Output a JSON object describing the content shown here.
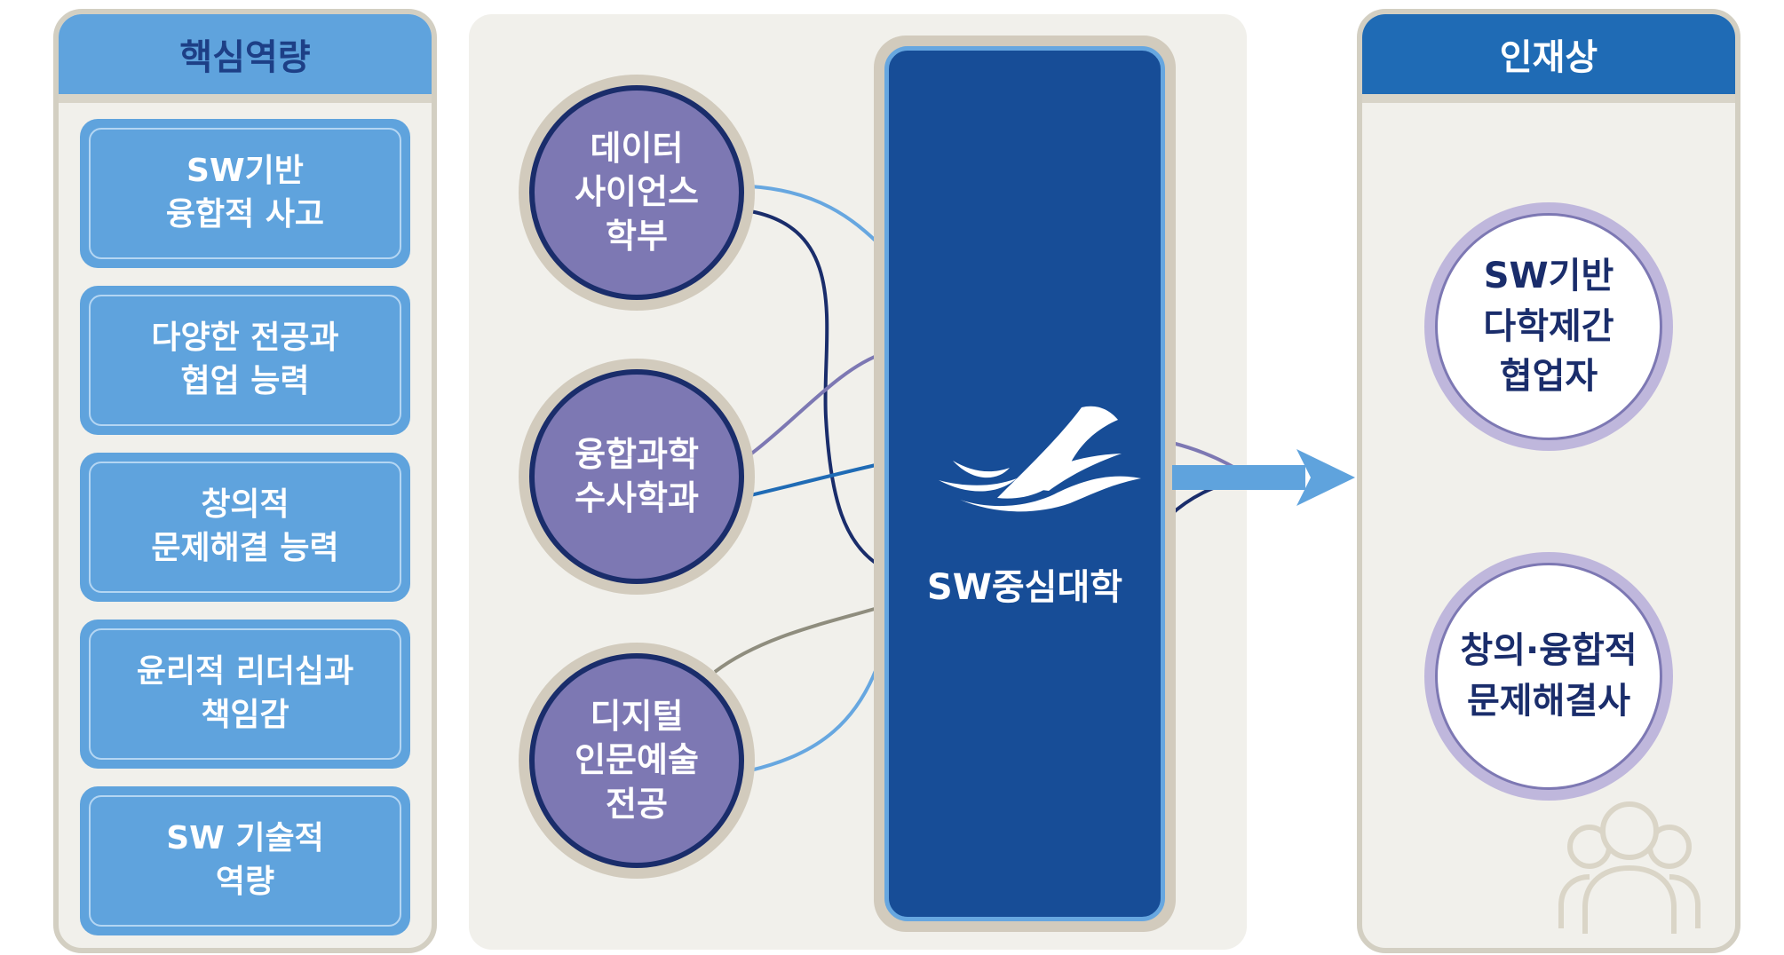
{
  "colors": {
    "panel_bg": "#f1f0eb",
    "capability_blue": "#5fa3dd",
    "talent_header_blue": "#1f6bb5",
    "navy": "#1a2d6b",
    "dept_purple": "#7d78b3",
    "center_blue": "#174d97",
    "arrow_blue": "#5fa3dd",
    "beige_frame": "#d2cbbd"
  },
  "left": {
    "title": "핵심역량",
    "items": [
      {
        "line1": "SW기반",
        "line2": "융합적 사고"
      },
      {
        "line1": "다양한 전공과",
        "line2": "협업 능력"
      },
      {
        "line1": "창의적",
        "line2": "문제해결 능력"
      },
      {
        "line1": "윤리적 리더십과",
        "line2": "책임감"
      },
      {
        "line1": "SW 기술적",
        "line2": "역량"
      }
    ]
  },
  "center": {
    "departments": [
      {
        "lines": [
          "데이터",
          "사이언스",
          "학부"
        ]
      },
      {
        "lines": [
          "융합과학",
          "수사학과"
        ]
      },
      {
        "lines": [
          "디지털",
          "인문예술",
          "전공"
        ]
      }
    ],
    "hub_label": "SW중심대학",
    "logo_icon": "wave-wing-logo-icon"
  },
  "right": {
    "title": "인재상",
    "talents": [
      {
        "lines": [
          "SW기반",
          "다학제간",
          "협업자"
        ]
      },
      {
        "lines": [
          "창의·융합적",
          "문제해결사"
        ]
      }
    ],
    "decor_icon": "people-group-icon"
  },
  "flow_arrow": "arrow-right-icon"
}
